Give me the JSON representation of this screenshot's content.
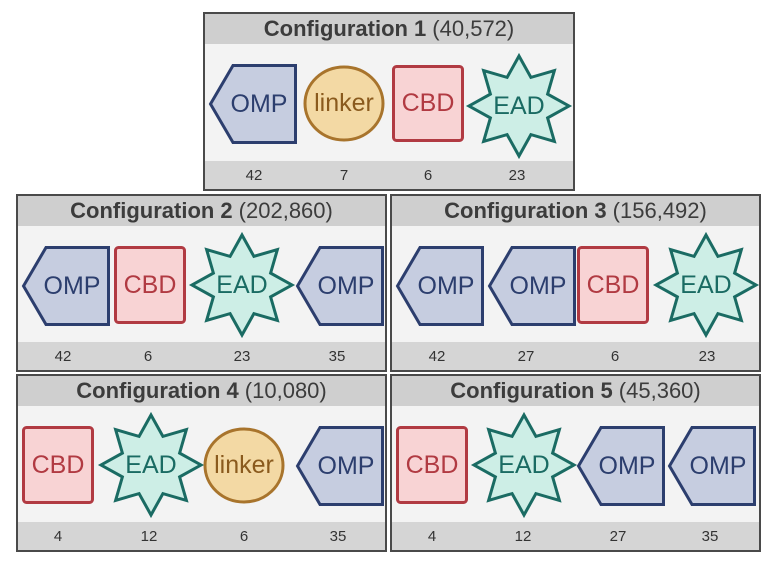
{
  "configurations": [
    {
      "title": "Configuration 1",
      "count": "(40,572)",
      "modules": [
        {
          "type": "OMP",
          "label": "OMP",
          "number": "42"
        },
        {
          "type": "linker",
          "label": "linker",
          "number": "7"
        },
        {
          "type": "CBD",
          "label": "CBD",
          "number": "6"
        },
        {
          "type": "EAD",
          "label": "EAD",
          "number": "23"
        }
      ]
    },
    {
      "title": "Configuration 2",
      "count": "(202,860)",
      "modules": [
        {
          "type": "OMP",
          "label": "OMP",
          "number": "42"
        },
        {
          "type": "CBD",
          "label": "CBD",
          "number": "6"
        },
        {
          "type": "EAD",
          "label": "EAD",
          "number": "23"
        },
        {
          "type": "OMP",
          "label": "OMP",
          "number": "35"
        }
      ]
    },
    {
      "title": "Configuration 3",
      "count": "(156,492)",
      "modules": [
        {
          "type": "OMP",
          "label": "OMP",
          "number": "42"
        },
        {
          "type": "OMP",
          "label": "OMP",
          "number": "27"
        },
        {
          "type": "CBD",
          "label": "CBD",
          "number": "6"
        },
        {
          "type": "EAD",
          "label": "EAD",
          "number": "23"
        }
      ]
    },
    {
      "title": "Configuration 4",
      "count": "(10,080)",
      "modules": [
        {
          "type": "CBD",
          "label": "CBD",
          "number": "4"
        },
        {
          "type": "EAD",
          "label": "EAD",
          "number": "12"
        },
        {
          "type": "linker",
          "label": "linker",
          "number": "6"
        },
        {
          "type": "OMP",
          "label": "OMP",
          "number": "35"
        }
      ]
    },
    {
      "title": "Configuration 5",
      "count": "(45,360)",
      "modules": [
        {
          "type": "CBD",
          "label": "CBD",
          "number": "4"
        },
        {
          "type": "EAD",
          "label": "EAD",
          "number": "12"
        },
        {
          "type": "OMP",
          "label": "OMP",
          "number": "27"
        },
        {
          "type": "OMP",
          "label": "OMP",
          "number": "35"
        }
      ]
    }
  ],
  "colors": {
    "omp_fill": "#c6cde0",
    "omp_stroke": "#2c3e6e",
    "cbd_fill": "#f8d3d4",
    "cbd_stroke": "#b13a42",
    "ead_fill": "#cdeee6",
    "ead_stroke": "#1a6b63",
    "linker_fill": "#f3d9a4",
    "linker_stroke": "#a8742c"
  }
}
